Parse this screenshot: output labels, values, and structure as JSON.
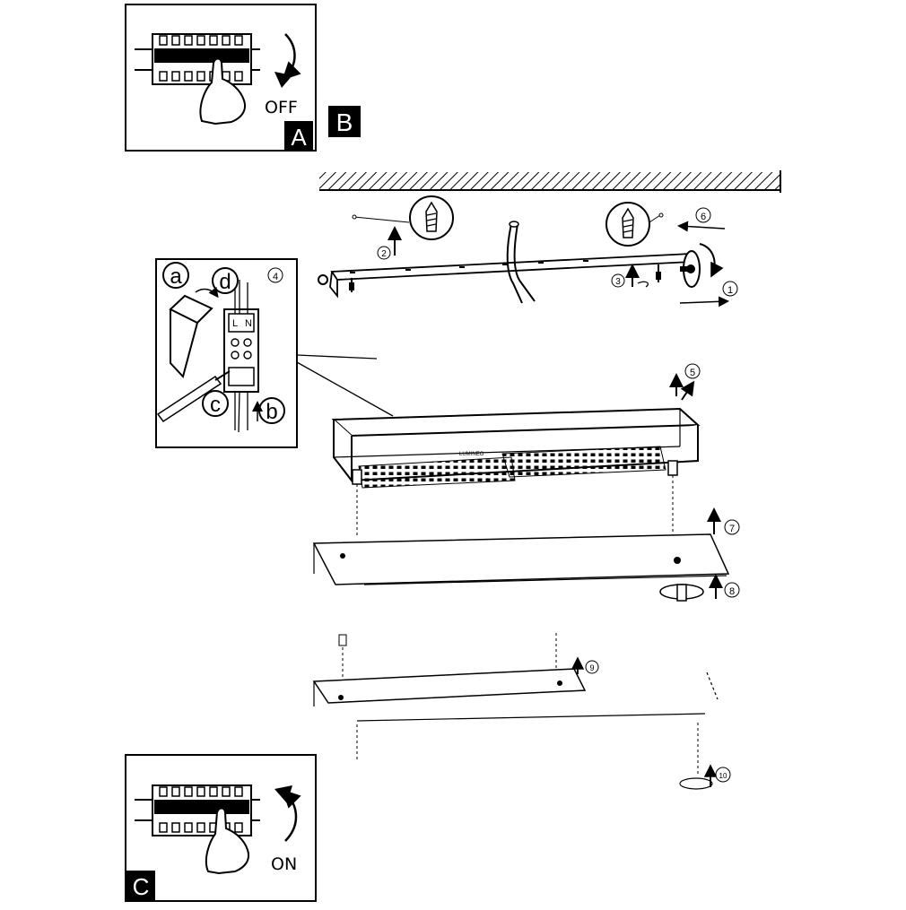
{
  "panels": {
    "power_off": {
      "corner_label": "A",
      "switch_label": "OFF"
    },
    "power_on": {
      "corner_label": "C",
      "switch_label": "ON"
    },
    "step_b": {
      "label": "B"
    }
  },
  "wiring_detail": {
    "step_number": "4",
    "letters": [
      "a",
      "b",
      "c",
      "d"
    ],
    "terminal_labels": [
      "L",
      "N"
    ]
  },
  "main_steps": [
    "1",
    "2",
    "3",
    "5",
    "6",
    "7",
    "8",
    "9",
    "10"
  ],
  "brand_text": "LUMINEO"
}
